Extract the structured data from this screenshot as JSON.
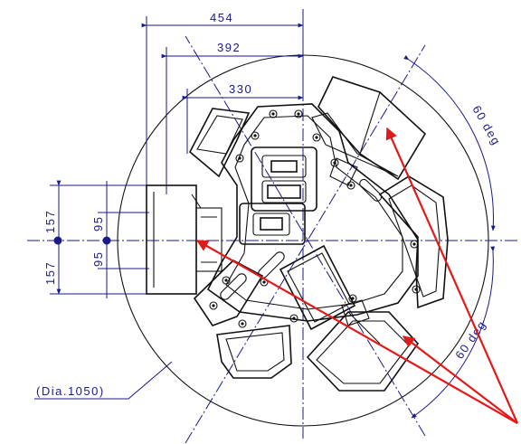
{
  "dimensions": {
    "width_454": "454",
    "width_392": "392",
    "width_330": "330",
    "height_157_top": "157",
    "height_157_bottom": "157",
    "height_95_top": "95",
    "height_95_bottom": "95",
    "diameter": "(Dia.1050)"
  },
  "angles": {
    "upper": "60 deg",
    "lower": "60 deg"
  },
  "colors": {
    "dimension": "#1a1a8a",
    "outline": "#111111",
    "callout": "#e31a1a",
    "marker": "#1a1a8a"
  }
}
